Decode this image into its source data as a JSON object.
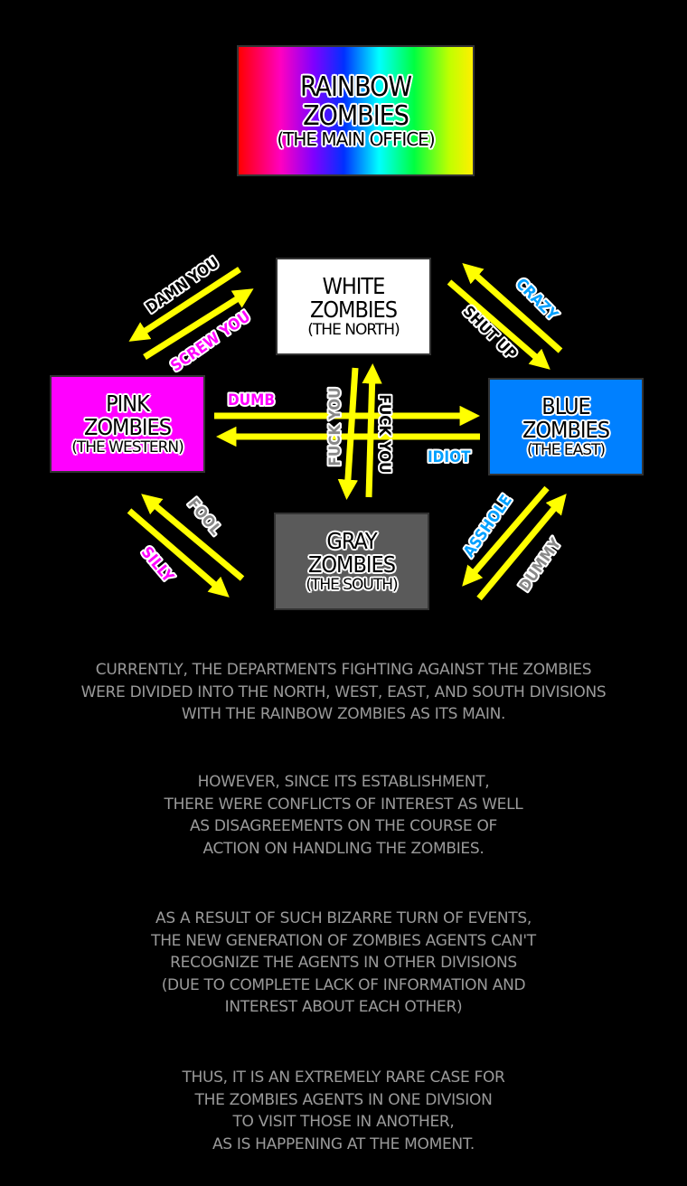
{
  "main": {
    "title1": "RAINBOW",
    "title2": "ZOMBIES",
    "subtitle": "(THE MAIN OFFICE)"
  },
  "divisions": {
    "white": {
      "title1": "WHITE",
      "title2": "ZOMBIES",
      "subtitle": "(THE NORTH)"
    },
    "pink": {
      "title1": "PINK",
      "title2": "ZOMBIES",
      "subtitle": "(THE WESTERN)"
    },
    "blue": {
      "title1": "BLUE",
      "title2": "ZOMBIES",
      "subtitle": "(THE EAST)"
    },
    "gray": {
      "title1": "GRAY",
      "title2": "ZOMBIES",
      "subtitle": "(THE SOUTH)"
    }
  },
  "insults": {
    "damn_you": "DAMN YOU",
    "screw_you": "SCREW YOU",
    "crazy": "CRAZY",
    "shut_up": "SHUT UP",
    "dumb": "DUMB",
    "idiot": "IDIOT",
    "fuck_you_down": "FUCK YOU",
    "fuck_you_up": "FUCK YOU",
    "fool": "FOOL",
    "silly": "SILLY",
    "asshole": "ASSHOLE",
    "dummy": "DUMMY"
  },
  "colors": {
    "arrow": "#ffff00",
    "pink": "#ff00ff",
    "blue": "#00a0ff",
    "gray": "#9a9a9a"
  },
  "paragraphs": [
    [
      "CURRENTLY, THE DEPARTMENTS FIGHTING AGAINST THE ZOMBIES",
      "WERE DIVIDED INTO THE NORTH, WEST, EAST, AND SOUTH DIVISIONS",
      "WITH THE RAINBOW ZOMBIES AS ITS MAIN."
    ],
    [
      "HOWEVER, SINCE ITS ESTABLISHMENT,",
      "THERE WERE CONFLICTS OF INTEREST AS WELL",
      "AS DISAGREEMENTS ON THE COURSE OF",
      "ACTION ON HANDLING THE ZOMBIES."
    ],
    [
      "AS A RESULT OF SUCH BIZARRE TURN OF EVENTS,",
      "THE NEW GENERATION OF ZOMBIES AGENTS CAN'T",
      "RECOGNIZE THE AGENTS IN OTHER DIVISIONS",
      "(DUE TO COMPLETE LACK OF INFORMATION AND",
      "INTEREST ABOUT EACH OTHER)"
    ],
    [
      "THUS, IT IS AN EXTREMELY RARE CASE FOR",
      "THE ZOMBIES AGENTS IN ONE DIVISION",
      "TO VISIT THOSE IN ANOTHER,",
      "AS IS HAPPENING AT THE MOMENT."
    ]
  ]
}
